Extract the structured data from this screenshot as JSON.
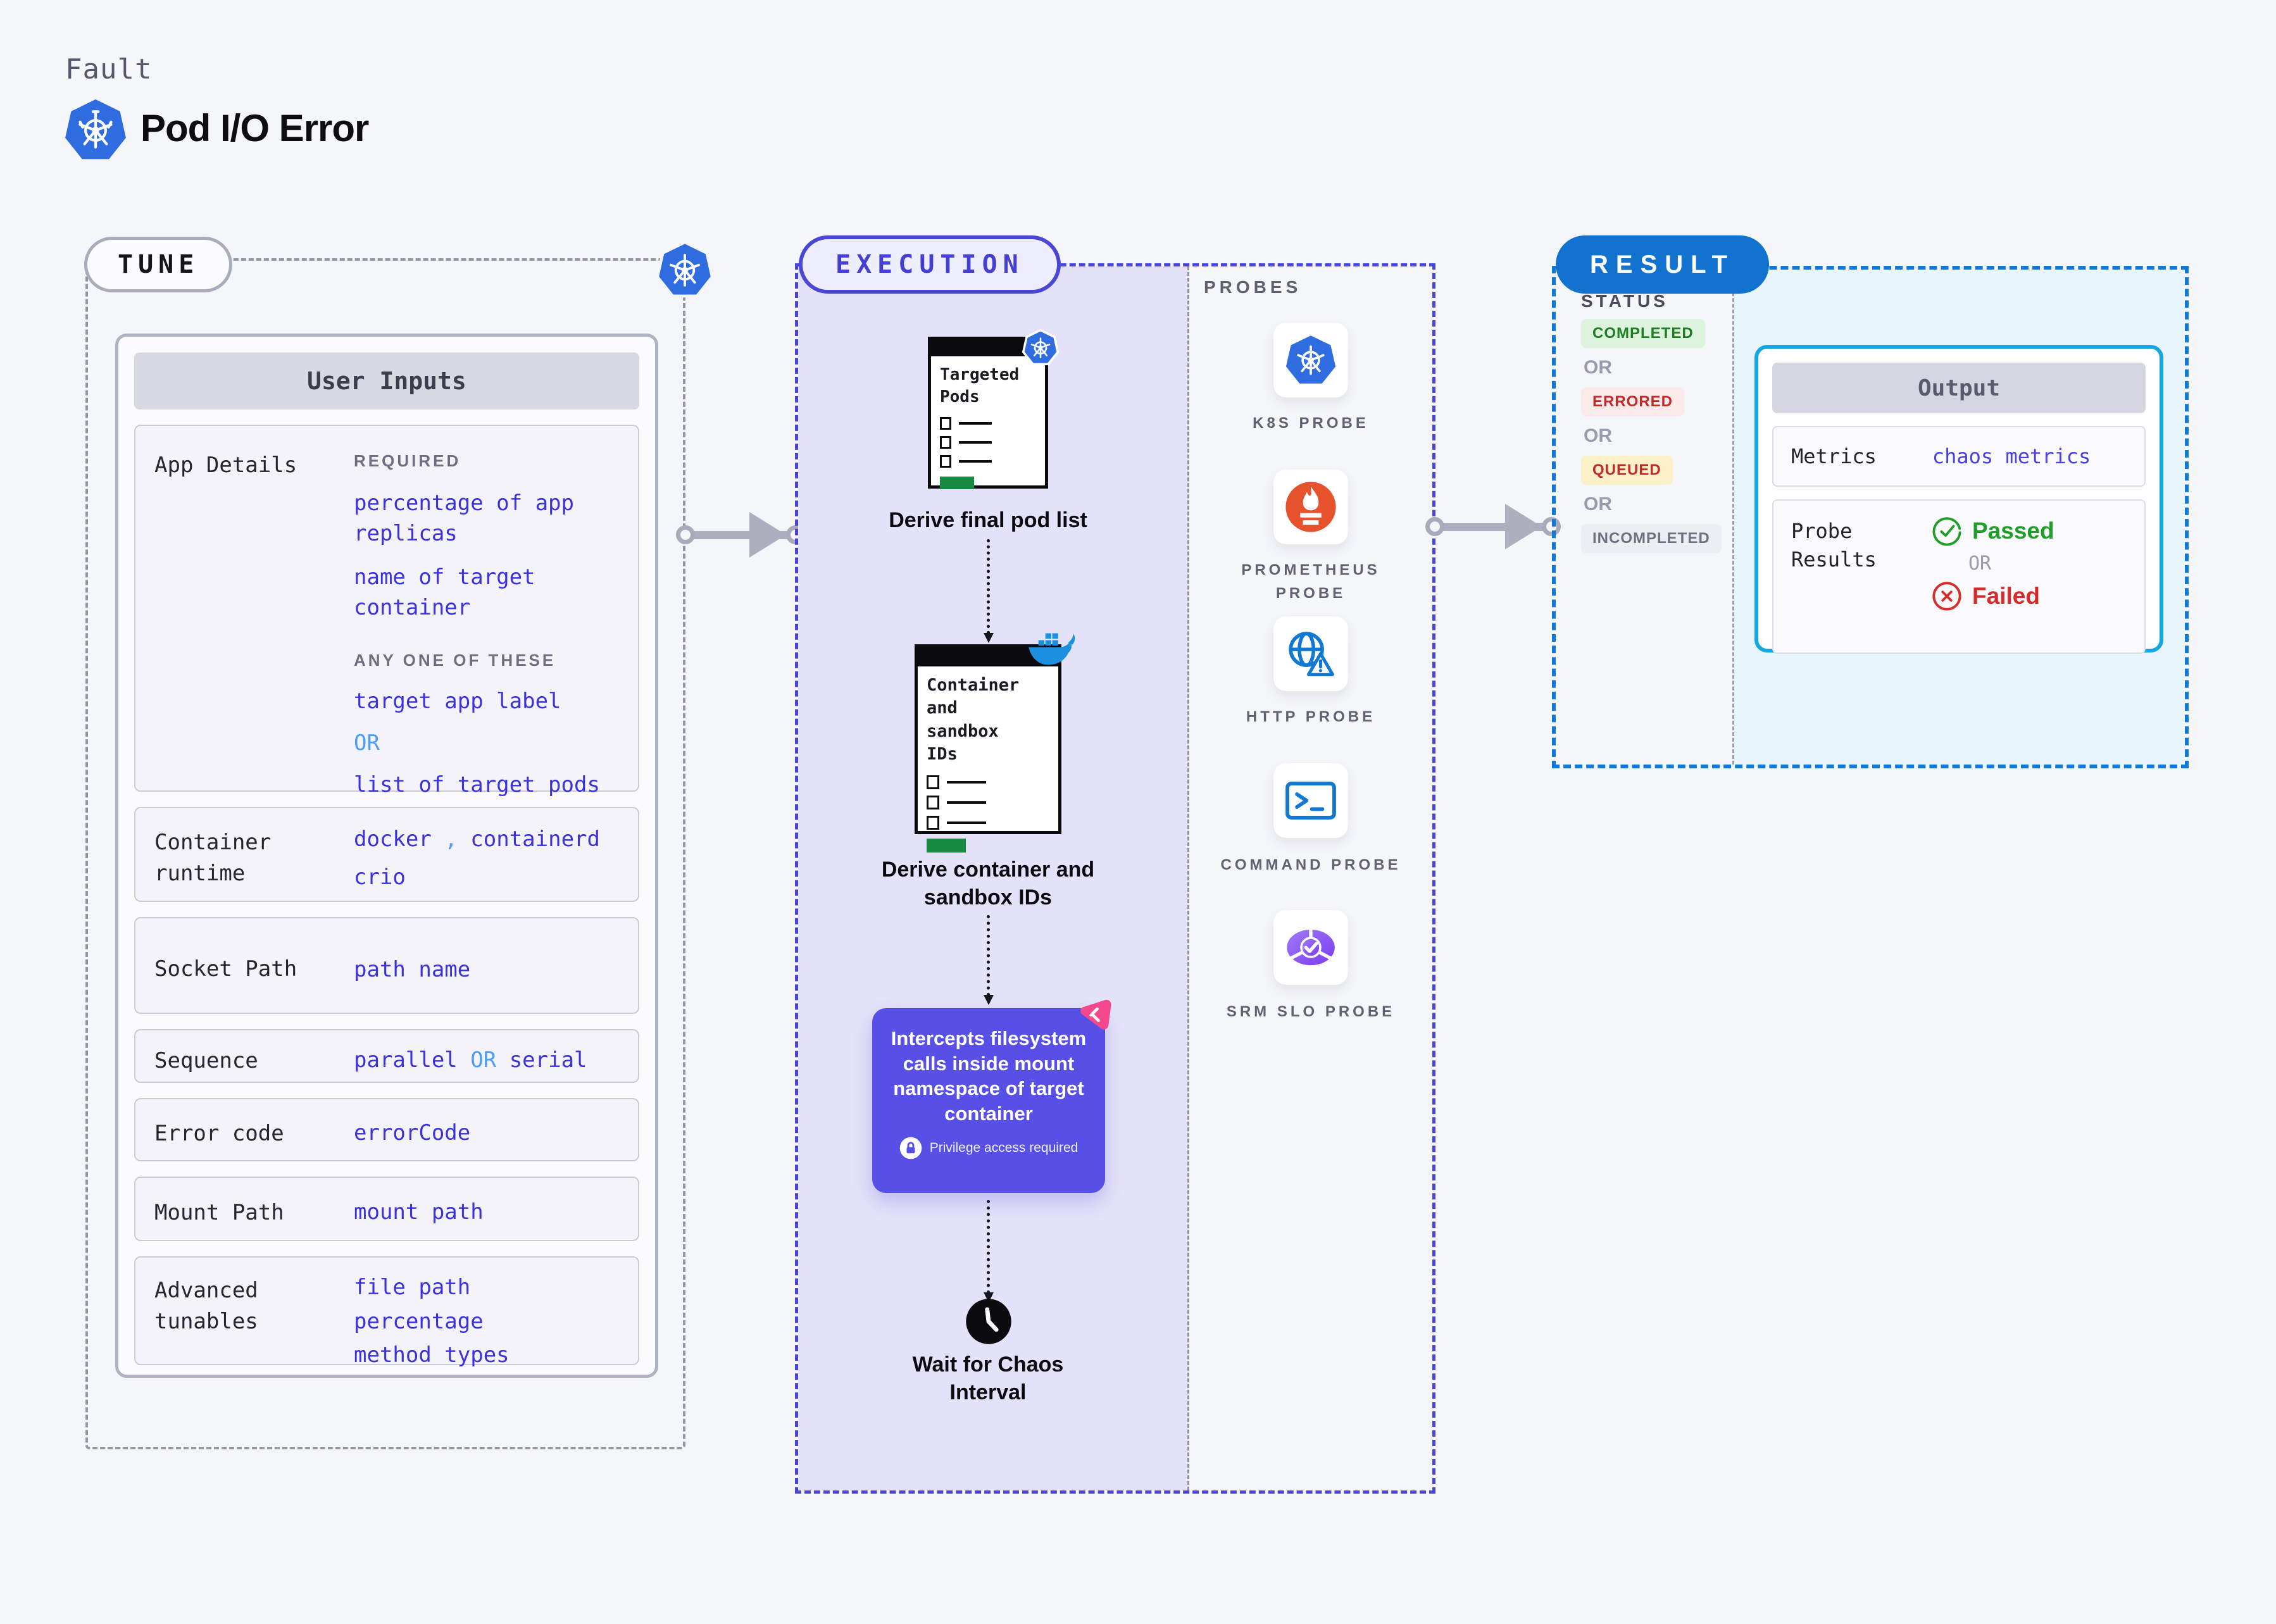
{
  "header": {
    "eyebrow": "Fault",
    "title": "Pod I/O Error"
  },
  "tune": {
    "pill": "TUNE",
    "panel_title": "User Inputs",
    "app_details": {
      "label": "App Details",
      "required_heading": "REQUIRED",
      "required_values": [
        "percentage of app replicas",
        "name of target container"
      ],
      "any_heading": "ANY ONE OF THESE",
      "option_a": "target app label",
      "or": "OR",
      "option_b": "list of target pods"
    },
    "container_runtime": {
      "label": "Container runtime",
      "v1": "docker",
      "sep": ",",
      "v2": "containerd",
      "v3": "crio"
    },
    "socket_path": {
      "label": "Socket Path",
      "value": "path name"
    },
    "sequence": {
      "label": "Sequence",
      "v1": "parallel",
      "or": "OR",
      "v2": "serial"
    },
    "error_code": {
      "label": "Error code",
      "value": "errorCode"
    },
    "mount_path": {
      "label": "Mount Path",
      "value": "mount path"
    },
    "advanced_tunables": {
      "label": "Advanced tunables",
      "values": [
        "file path",
        "percentage",
        "method types"
      ]
    }
  },
  "execution": {
    "pill": "EXECUTION",
    "step1": {
      "doc_title": "Targeted Pods",
      "caption": "Derive final pod list"
    },
    "step2": {
      "doc_title": "Container and sandbox IDs",
      "caption": "Derive container and sandbox IDs"
    },
    "step3": {
      "text": "Intercepts filesystem calls inside mount namespace of target container",
      "note": "Privilege access required"
    },
    "step4": {
      "caption": "Wait for Chaos Interval"
    }
  },
  "probes": {
    "heading": "PROBES",
    "items": [
      {
        "label": "K8S PROBE",
        "icon": "kubernetes-icon"
      },
      {
        "label": "PROMETHEUS PROBE",
        "icon": "prometheus-icon"
      },
      {
        "label": "HTTP PROBE",
        "icon": "http-globe-warning-icon"
      },
      {
        "label": "COMMAND PROBE",
        "icon": "terminal-icon"
      },
      {
        "label": "SRM SLO PROBE",
        "icon": "srm-slo-pie-icon"
      }
    ]
  },
  "result": {
    "pill": "RESULT",
    "status_heading": "STATUS",
    "or": "OR",
    "statuses": [
      {
        "label": "COMPLETED",
        "bg": "#DDF3DD",
        "color": "#1E7E22"
      },
      {
        "label": "ERRORED",
        "bg": "#FBEAEA",
        "color": "#C22A2A"
      },
      {
        "label": "QUEUED",
        "bg": "#FBF0C8",
        "color": "#C22A2A"
      },
      {
        "label": "INCOMPLETED",
        "bg": "#EDEDF4",
        "color": "#6F6F80"
      }
    ],
    "output": {
      "title": "Output",
      "metrics_label": "Metrics",
      "metrics_value": "chaos metrics",
      "probe_results_label": "Probe Results",
      "passed": "Passed",
      "or": "OR",
      "failed": "Failed"
    }
  },
  "colors": {
    "accent_indigo": "#4A46D6",
    "value_blue": "#3B32DE",
    "or_light_blue": "#4D9CF8",
    "result_blue": "#1173CF",
    "output_border_cyan": "#16A7E0",
    "passed_green": "#1F9D28",
    "failed_red": "#D62B2B",
    "doc_green_bar": "#178A42",
    "intercept_purple": "#5850E6",
    "chaos_pink": "#F5478C"
  }
}
